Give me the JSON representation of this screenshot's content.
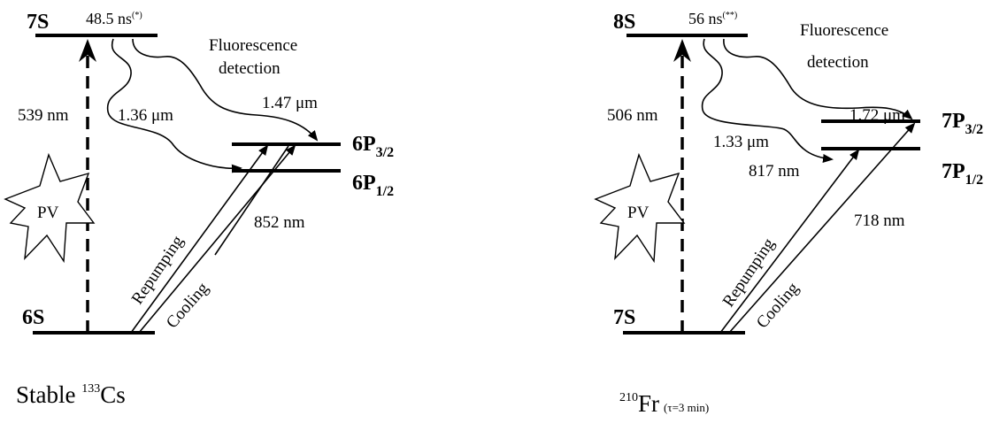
{
  "left": {
    "levels": {
      "upper": "7S",
      "p32_main": "6P",
      "p32_sub": "3/2",
      "p12_main": "6P",
      "p12_sub": "1/2",
      "ground": "6S"
    },
    "lifetime": "48.5 ns",
    "lifetime_mark": "(*)",
    "fluorescence_line1": "Fluorescence",
    "fluorescence_line2": "detection",
    "pv_wavelength": "539 nm",
    "decay_to_p12": "1.36 μm",
    "decay_to_p32": "1.47 μm",
    "cooling_wavelength": "852 nm",
    "repumping": "Repumping",
    "cooling": "Cooling",
    "pv": "PV",
    "title_prefix": "Stable ",
    "title_mass": "133",
    "title_element": "Cs"
  },
  "right": {
    "levels": {
      "upper": "8S",
      "p32_main": "7P",
      "p32_sub": "3/2",
      "p12_main": "7P",
      "p12_sub": "1/2",
      "ground": "7S"
    },
    "lifetime": "56 ns",
    "lifetime_mark": "(**)",
    "fluorescence_line1": "Fluorescence",
    "fluorescence_line2": "detection",
    "pv_wavelength": "506 nm",
    "decay_to_p12": "1.33 μm",
    "decay_to_p32": "1.72 μm",
    "repumping_wavelength": "817 nm",
    "cooling_wavelength": "718 nm",
    "repumping": "Repumping",
    "cooling": "Cooling",
    "pv": "PV",
    "title_mass": "210",
    "title_element": "Fr",
    "title_lifetime": "(τ=3 min)"
  }
}
